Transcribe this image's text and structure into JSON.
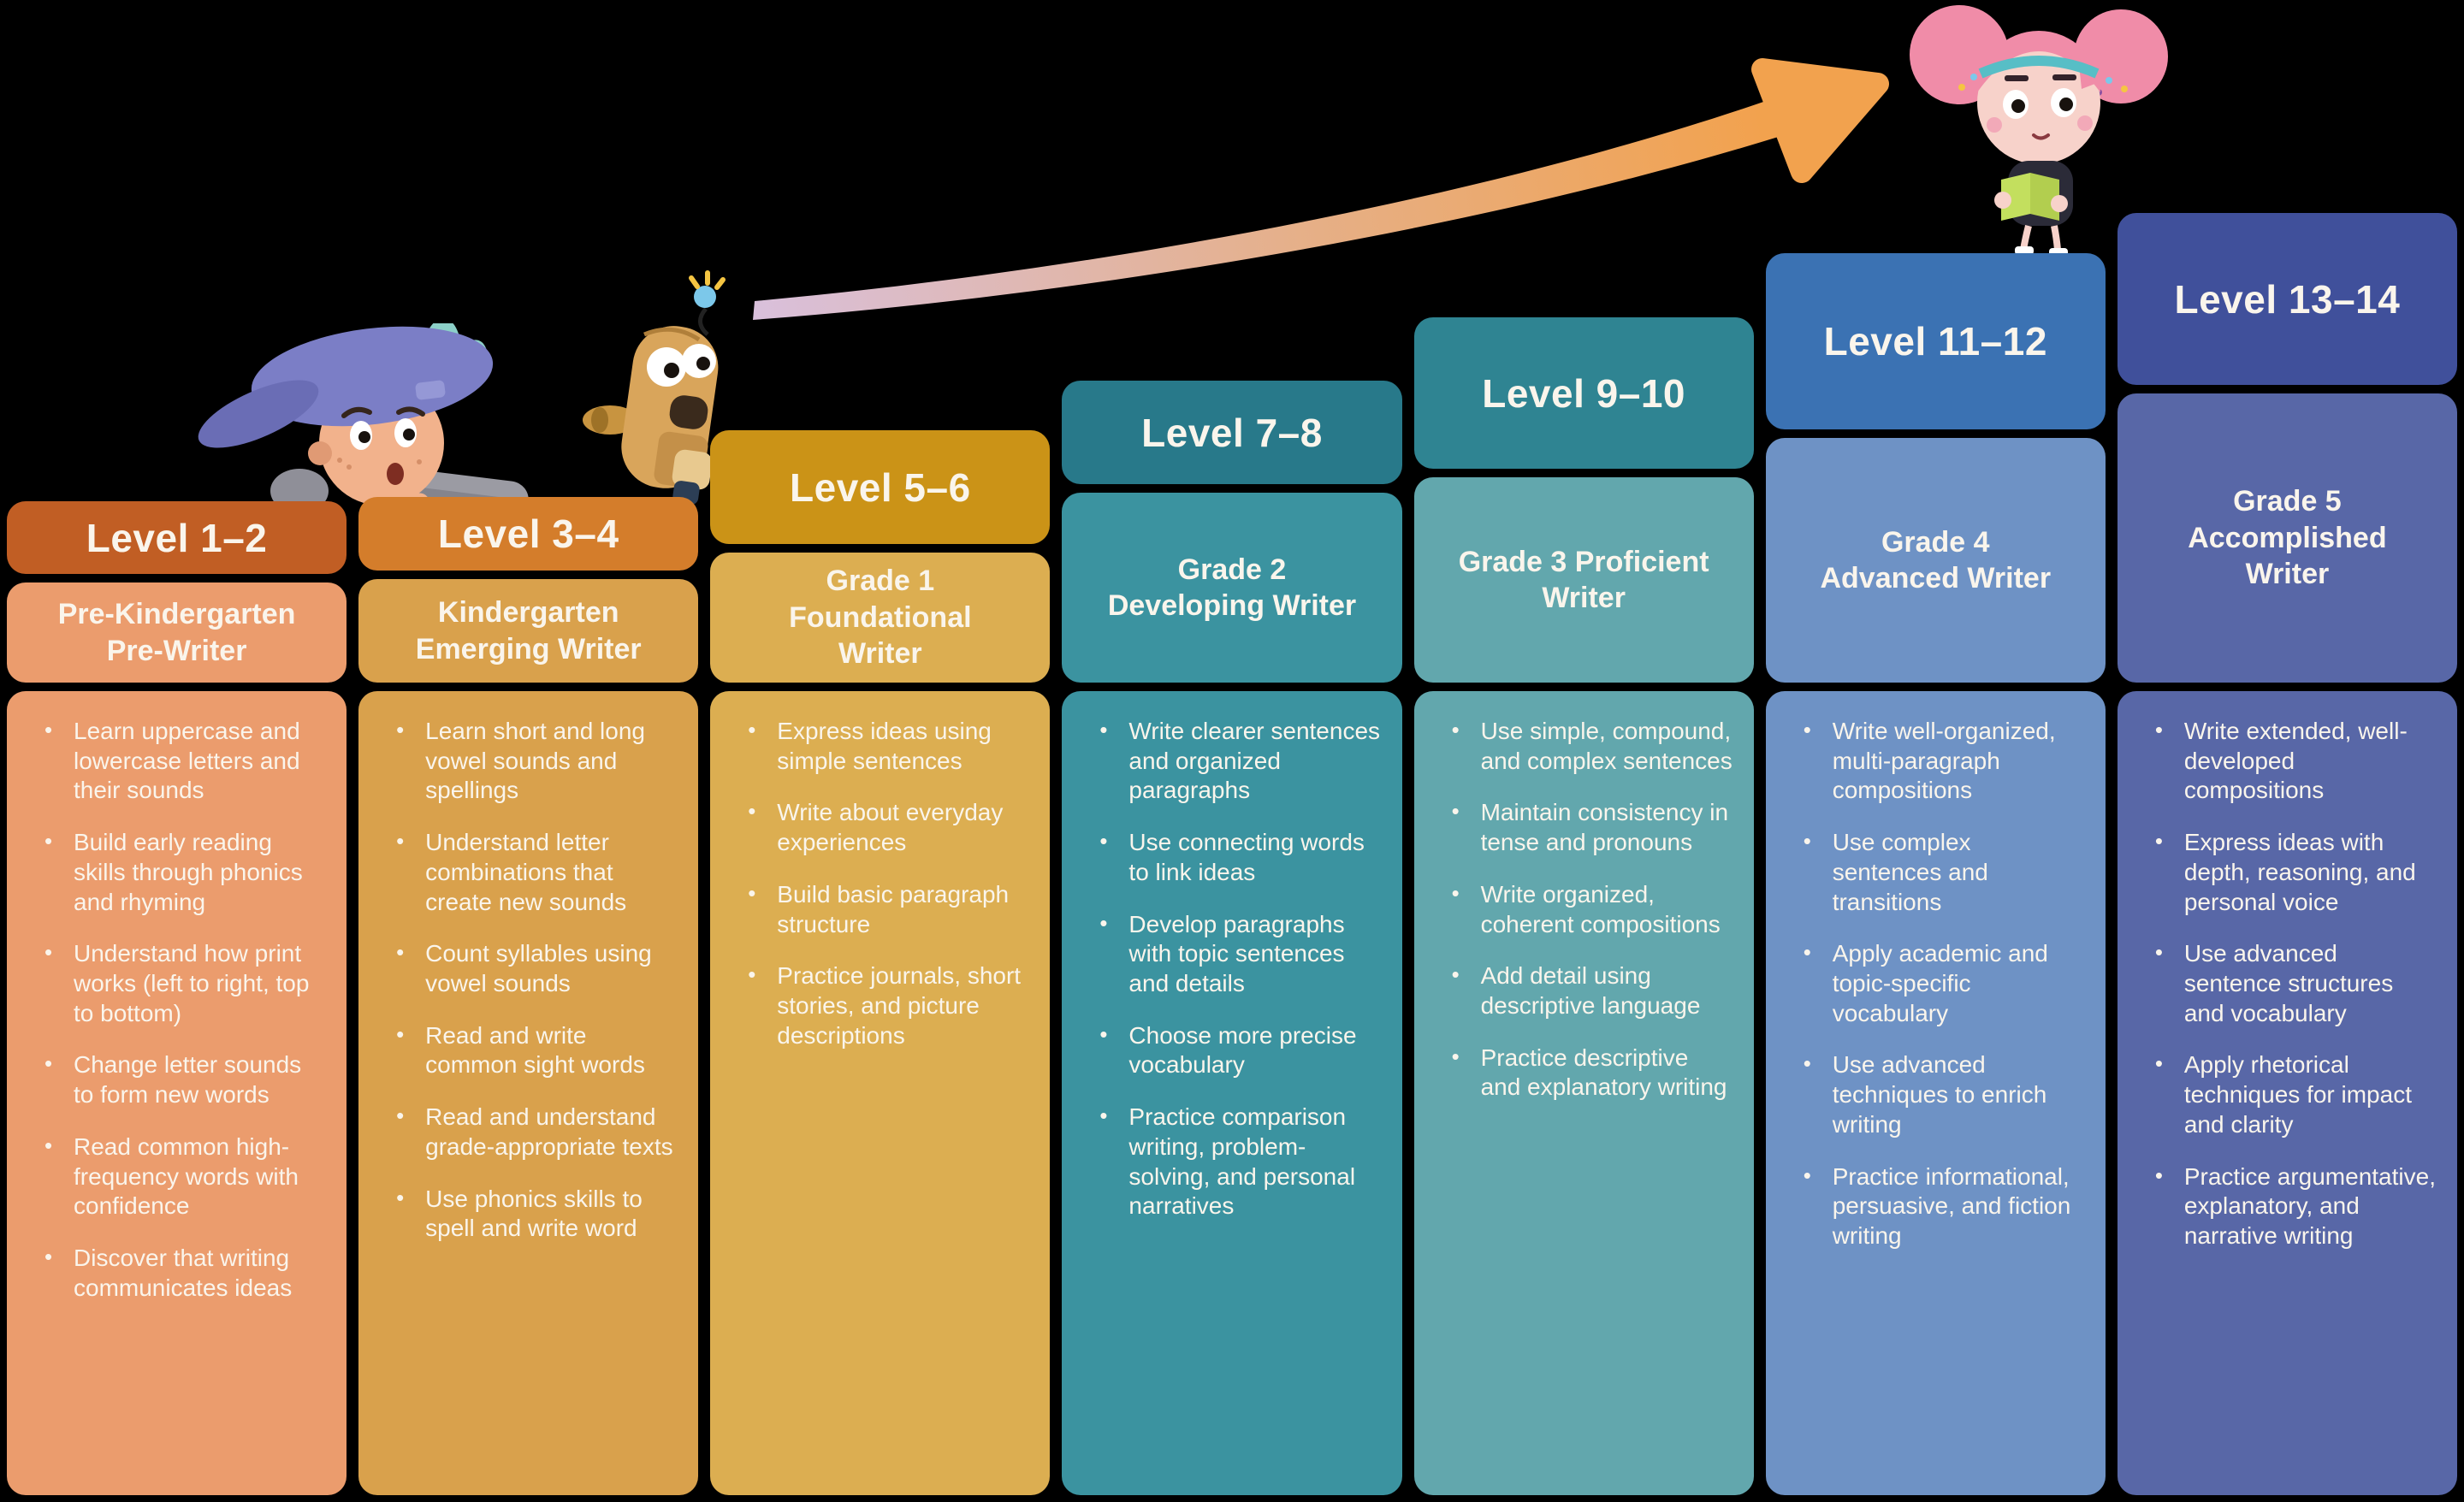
{
  "page": {
    "background": "#000000",
    "text_color": "#FAF5EC"
  },
  "arrow": {
    "start_color": "#D9C0DC",
    "mid_color": "#E6AF86",
    "end_color": "#F2A24E"
  },
  "decorations": [
    {
      "name": "toddler-character"
    },
    {
      "name": "robot-character"
    },
    {
      "name": "girl-reading-character"
    }
  ],
  "columns": [
    {
      "level": "Level 1–2",
      "grade": "Pre-Kindergarten Pre-Writer",
      "header_color": "#C15E24",
      "body_color": "#EB9C6D",
      "bullets": [
        "Learn uppercase and lowercase letters and their sounds",
        "Build early reading skills through phonics and rhyming",
        "Understand how print works (left to right, top to bottom)",
        "Change letter sounds to form new words",
        "Read common high-frequency words with confidence",
        "Discover that writing communicates ideas"
      ]
    },
    {
      "level": "Level 3–4",
      "grade": "Kindergarten Emerging Writer",
      "header_color": "#D47D2B",
      "body_color": "#D9A14C",
      "bullets": [
        "Learn short and long vowel sounds and spellings",
        "Understand letter combinations that create new sounds",
        "Count syllables using vowel sounds",
        "Read and write common sight words",
        "Read and understand grade-appropriate texts",
        "Use phonics skills to spell and write word"
      ]
    },
    {
      "level": "Level 5–6",
      "grade": "Grade 1 Foundational Writer",
      "header_color": "#CB9317",
      "body_color": "#DCAE51",
      "bullets": [
        "Express ideas using simple sentences",
        "Write about everyday experiences",
        "Build basic paragraph structure",
        "Practice journals, short stories, and picture descriptions"
      ]
    },
    {
      "level": "Level 7–8",
      "grade": "Grade 2 Developing Writer",
      "header_color": "#28798A",
      "body_color": "#3B93A0",
      "bullets": [
        "Write clearer sentences and organized paragraphs",
        "Use connecting words to link ideas",
        "Develop paragraphs with topic sentences and details",
        "Choose more precise vocabulary",
        "Practice comparison writing, problem-solving, and personal narratives"
      ]
    },
    {
      "level": "Level 9–10",
      "grade": "Grade 3 Proficient Writer",
      "header_color": "#2F8492",
      "body_color": "#62A7AD",
      "bullets": [
        "Use simple, compound, and complex sentences",
        "Maintain consistency in tense and pronouns",
        "Write organized, coherent compositions",
        "Add detail using descriptive language",
        "Practice descriptive and explanatory writing"
      ]
    },
    {
      "level": "Level 11–12",
      "grade": "Grade 4 Advanced Writer",
      "header_color": "#3B72B3",
      "body_color": "#6E92C5",
      "bullets": [
        "Write well-organized, multi-paragraph compositions",
        "Use complex sentences and transitions",
        "Apply academic and topic-specific vocabulary",
        "Use advanced techniques to enrich writing",
        "Practice informational, persuasive, and fiction writing"
      ]
    },
    {
      "level": "Level 13–14",
      "grade": "Grade 5 Accomplished Writer",
      "header_color": "#40509B",
      "body_color": "#5867A7",
      "bullets": [
        "Write extended, well-developed compositions",
        "Express ideas with depth, reasoning, and personal voice",
        "Use advanced sentence structures and vocabulary",
        "Apply rhetorical techniques for impact and clarity",
        "Practice argumentative, explanatory, and narrative writing"
      ]
    }
  ]
}
